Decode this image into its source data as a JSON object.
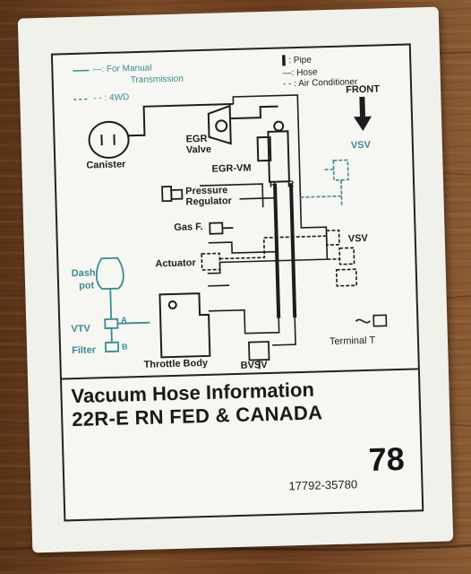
{
  "legend": {
    "manual": "—: For Manual",
    "manual2": "Transmission",
    "fourwd": "- - : 4WD",
    "pipe": "▌: Pipe",
    "hose": "—: Hose",
    "ac": "- - : Air Conditioner",
    "front": "FRONT"
  },
  "labels": {
    "canister": "Canister",
    "egr_valve": "EGR",
    "egr_valve2": "Valve",
    "egr_vm": "EGR-VM",
    "p": "P",
    "r": "R",
    "vsv_top": "VSV",
    "pressure": "Pressure",
    "regulator": "Regulator",
    "gas_f": "Gas F.",
    "vsv_mid": "VSV",
    "actuator": "Actuator",
    "dash": "Dash",
    "pot": "pot",
    "vtv": "VTV",
    "filter": "Filter",
    "a": "A",
    "b": "B",
    "terminal": "Terminal  T",
    "throttle": "Throttle Body",
    "bvsv": "BVSV"
  },
  "info": {
    "title": "Vacuum Hose Information",
    "subtitle": "22R-E   RN  FED & CANADA",
    "code": "78",
    "part": "17792-35780"
  },
  "colors": {
    "teal": "#3c8a93",
    "ink": "#1d1d1d",
    "wood": "#6a3d1e"
  }
}
